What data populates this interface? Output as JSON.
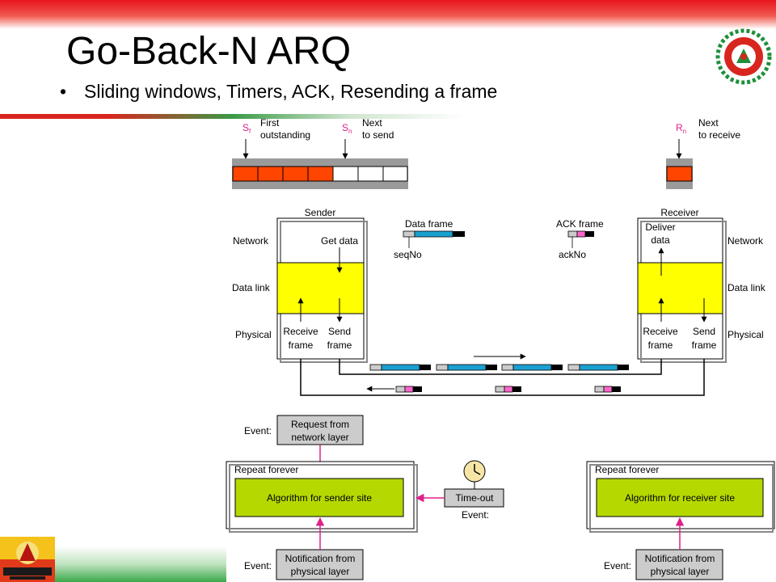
{
  "slide": {
    "title": "Go-Back-N ARQ",
    "bullet": "Sliding windows, Timers, ACK, Resending a frame",
    "bullet_marker": "•"
  },
  "colors": {
    "outstanding": "#ff4500",
    "datalink": "#ffff00",
    "algorithm": "#b5d900",
    "event_box": "#cccccc",
    "data_frame": "#1aa0d0",
    "ack_frame": "#ff66cc",
    "arrow_pink": "#e0208a"
  },
  "diagram": {
    "sf": "S",
    "sf_sub": "f",
    "first_outstanding_1": "First",
    "first_outstanding_2": "outstanding",
    "sn": "S",
    "sn_sub": "n",
    "next_send_1": "Next",
    "next_send_2": "to send",
    "rn": "R",
    "rn_sub": "n",
    "next_recv_1": "Next",
    "next_recv_2": "to receive",
    "sender": "Sender",
    "receiver": "Receiver",
    "network": "Network",
    "data_link": "Data link",
    "physical": "Physical",
    "get_data": "Get data",
    "receive_frame_1": "Receive",
    "receive_frame_2": "frame",
    "send_frame_1": "Send",
    "send_frame_2": "frame",
    "deliver_1": "Deliver",
    "deliver_2": "data",
    "data_frame": "Data frame",
    "seqno": "seqNo",
    "ack_frame": "ACK frame",
    "ackno": "ackNo",
    "event": "Event:",
    "request_1": "Request from",
    "request_2": "network layer",
    "repeat_forever": "Repeat forever",
    "alg_sender": "Algorithm for sender site",
    "alg_receiver": "Algorithm for receiver site",
    "timeout": "Time-out",
    "notify_1": "Notification from",
    "notify_2": "physical layer"
  }
}
